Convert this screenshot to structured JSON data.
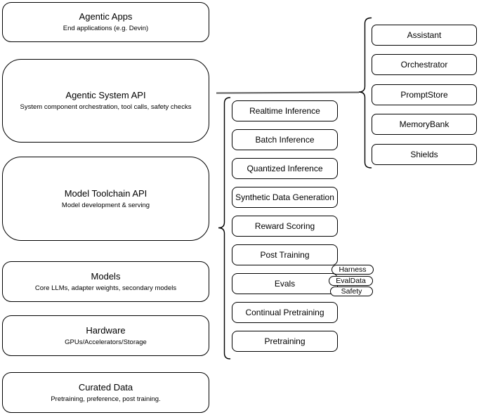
{
  "left_stack": [
    {
      "title": "Agentic Apps",
      "subtitle": "End applications (e.g. Devin)"
    },
    {
      "title": "Agentic System API",
      "subtitle": "System component orchestration, tool calls, safety checks"
    },
    {
      "title": "Model Toolchain API",
      "subtitle": "Model development & serving"
    },
    {
      "title": "Models",
      "subtitle": "Core LLMs, adapter weights, secondary models"
    },
    {
      "title": "Hardware",
      "subtitle": "GPUs/Accelerators/Storage"
    },
    {
      "title": "Curated Data",
      "subtitle": "Pretraining, preference, post training."
    }
  ],
  "toolchain_services": [
    "Realtime Inference",
    "Batch Inference",
    "Quantized Inference",
    "Synthetic Data Generation",
    "Reward Scoring",
    "Post Training",
    "Evals",
    "Continual Pretraining",
    "Pretraining"
  ],
  "eval_tags": [
    "Harness",
    "EvalData",
    "Safety"
  ],
  "system_components": [
    "Assistant",
    "Orchestrator",
    "PromptStore",
    "MemoryBank",
    "Shields"
  ],
  "colors": {
    "stroke": "#000000",
    "background": "#ffffff",
    "connector": "#595959"
  }
}
